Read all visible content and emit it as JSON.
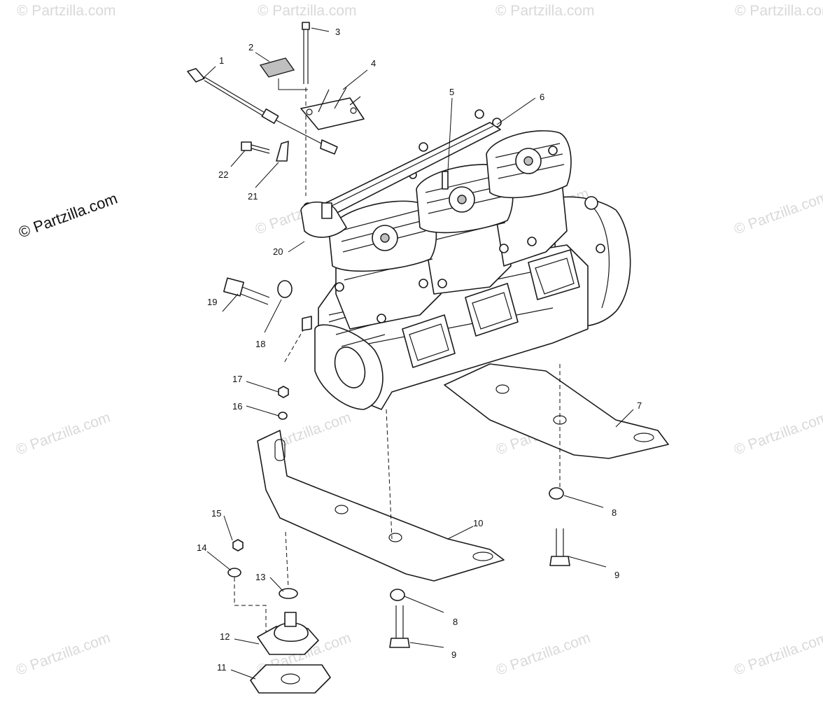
{
  "watermark": {
    "main": "© Partzilla.com",
    "faint": "© Partzilla.com"
  },
  "callouts": {
    "c1": "1",
    "c2": "2",
    "c3": "3",
    "c4": "4",
    "c5": "5",
    "c6": "6",
    "c7": "7",
    "c8a": "8",
    "c8b": "8",
    "c9a": "9",
    "c9b": "9",
    "c10": "10",
    "c11": "11",
    "c12": "12",
    "c13": "13",
    "c14": "14",
    "c15": "15",
    "c16": "16",
    "c17": "17",
    "c18": "18",
    "c19": "19",
    "c20": "20",
    "c21": "21",
    "c22": "22"
  },
  "colors": {
    "line": "#1a1a1a",
    "watermark": "#d9d9d9"
  }
}
